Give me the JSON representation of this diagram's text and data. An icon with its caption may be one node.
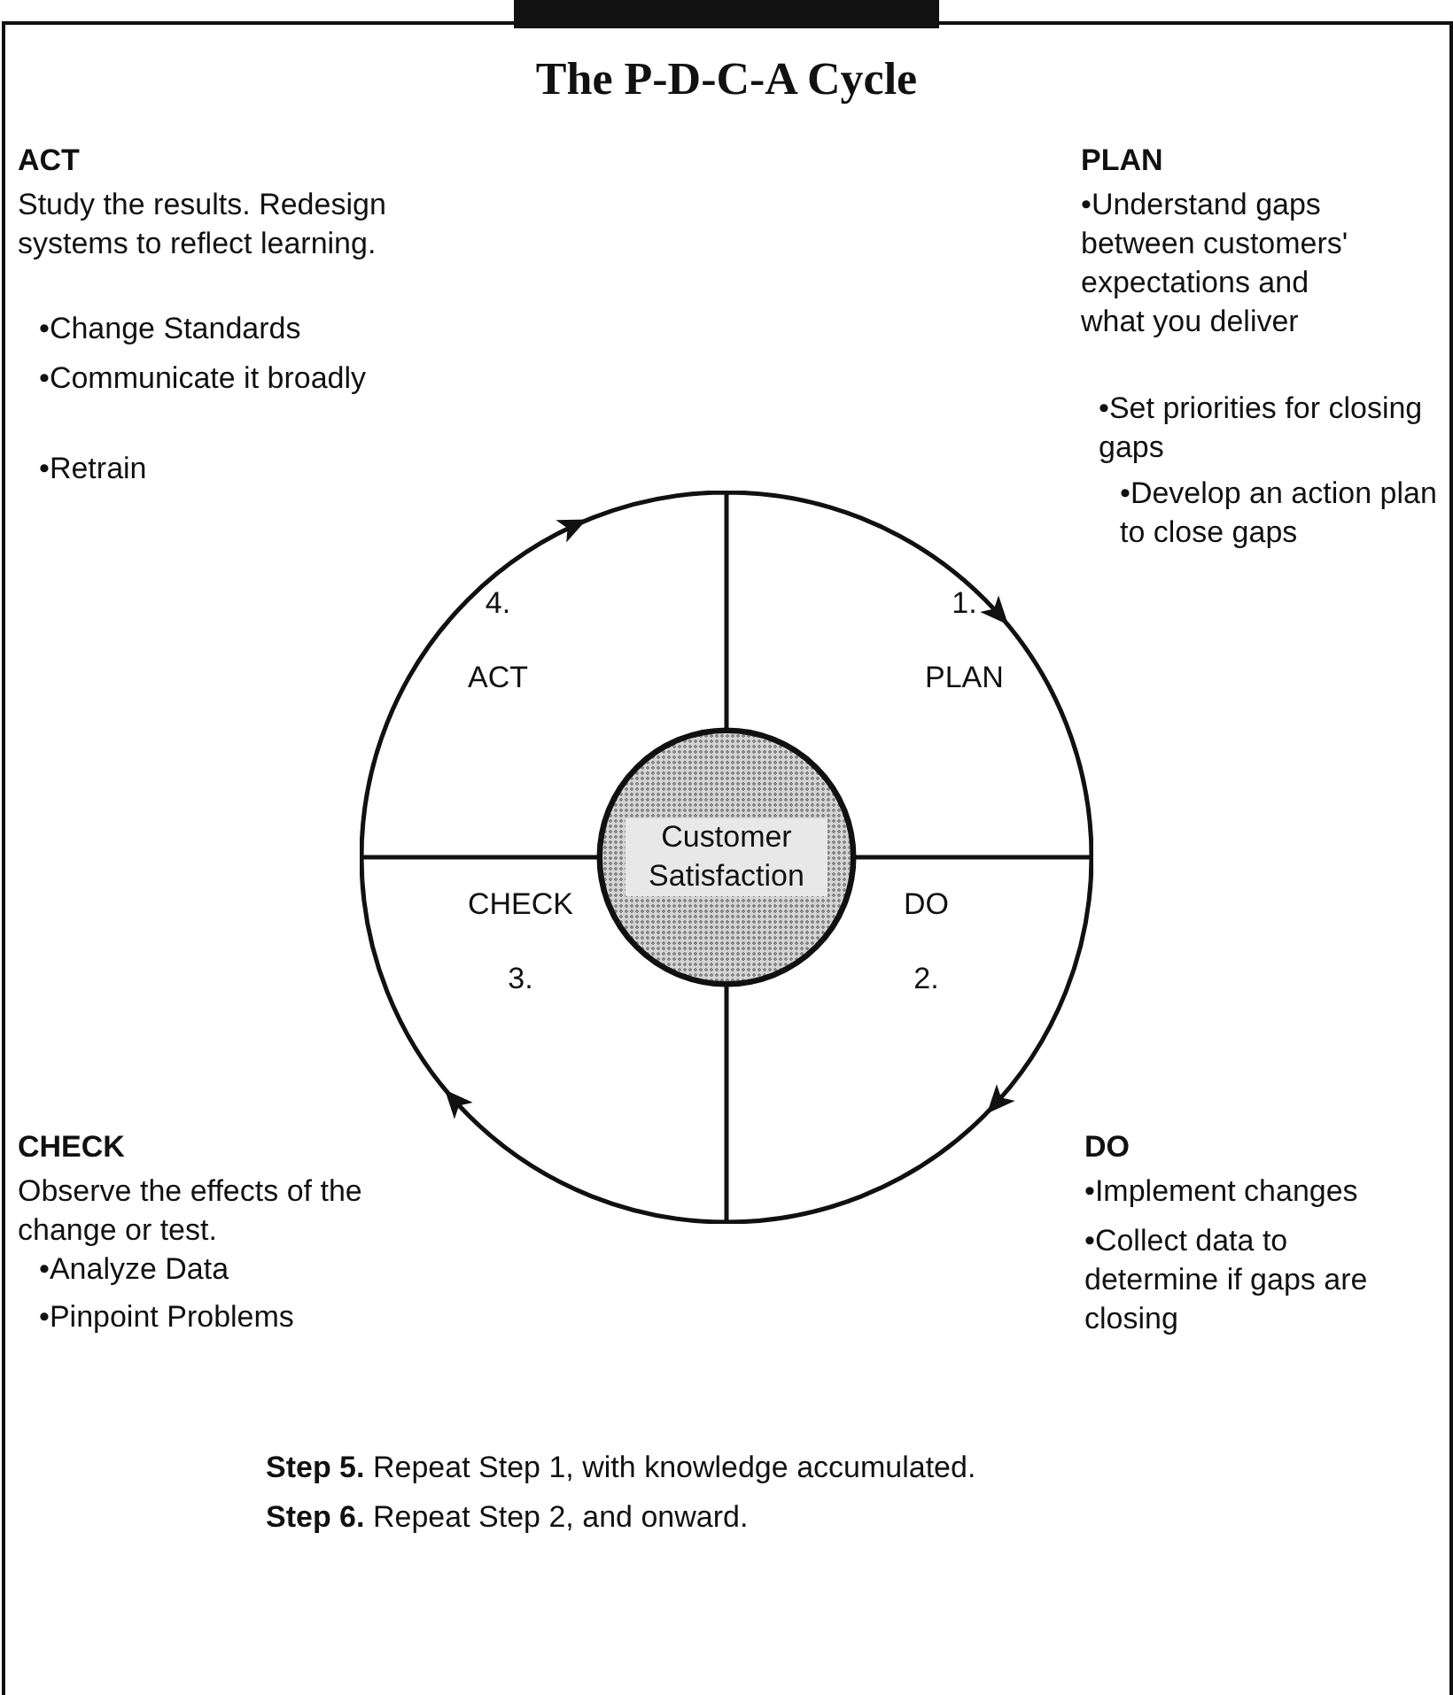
{
  "diagram": {
    "title": "The P-D-C-A Cycle",
    "nodes": [
      {
        "text": [
          "4. ACT"
        ]
      },
      {
        "text": [
          "1. PLAN"
        ]
      },
      {
        "text": [
          "Customer Satisfaction"
        ]
      },
      {
        "text": [
          "CHECK 3."
        ]
      },
      {
        "text": [
          "DO 2."
        ]
      }
    ],
    "labels": [
      "ACT",
      "Study the results. Redesign systems to reflect learning.",
      "•Change Standards",
      "•Communicate it broadly",
      "•Retrain",
      "PLAN",
      "•Understand gaps between customers' expectations and what you deliver",
      "•Set priorities for closing gaps",
      "•Develop an action plan to close gaps",
      "CHECK",
      "Observe the effects of the change or test.",
      "•Analyze Data",
      "•Pinpoint Problems",
      "DO",
      "•Implement changes",
      "•Collect data to determine if gaps are closing",
      "**Step 5.** Repeat Step 1, with knowledge accumulated.",
      "**Step 6.** Repeat Step 2, and onward."
    ]
  }
}
